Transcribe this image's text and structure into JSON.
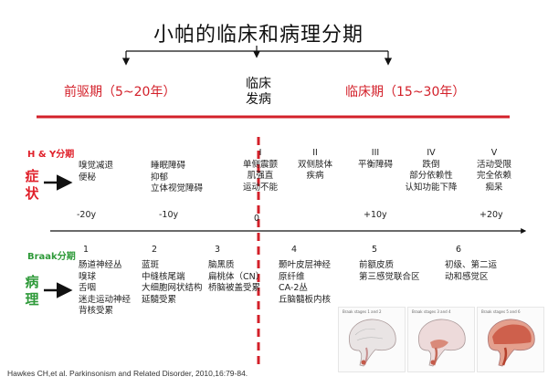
{
  "title": "小帕的临床和病理分期",
  "phases": {
    "prodromal": "前驱期（5~20年）",
    "onset_line1": "临床",
    "onset_line2": "发病",
    "clinical": "临床期（15~30年）"
  },
  "hy": {
    "label": "H & Y分期",
    "side_line1": "症",
    "side_line2": "状",
    "items": [
      {
        "roman": "",
        "lines": [
          "嗅觉减退",
          "便秘"
        ]
      },
      {
        "roman": "",
        "lines": [
          "睡眠障碍",
          "抑郁",
          "立体视觉障碍"
        ]
      },
      {
        "roman": "I",
        "lines": [
          "单侧震颤",
          "肌强直",
          "运动不能"
        ]
      },
      {
        "roman": "II",
        "lines": [
          "双侧肢体",
          "疾病"
        ]
      },
      {
        "roman": "III",
        "lines": [
          "平衡障碍"
        ]
      },
      {
        "roman": "IV",
        "lines": [
          "跌倒",
          "部分依赖性",
          "认知功能下降"
        ]
      },
      {
        "roman": "V",
        "lines": [
          "活动受限",
          "完全依赖",
          "痴呆"
        ]
      }
    ]
  },
  "timeline": {
    "ticks": [
      "-20y",
      "-10y",
      "0",
      "+10y",
      "+20y"
    ]
  },
  "braak": {
    "label": "Braak分期",
    "side_line1": "病",
    "side_line2": "理",
    "items": [
      {
        "num": "1",
        "lines": [
          "肠道神经丛",
          "嗅球",
          "舌咽",
          "迷走运动神经",
          "背核受累"
        ]
      },
      {
        "num": "2",
        "lines": [
          "蓝斑",
          "中缝核尾端",
          "大细胞网状结构",
          "延髓受累"
        ]
      },
      {
        "num": "3",
        "lines": [
          "脑黑质",
          "扁桃体（CN）",
          "桥脑被盖受累"
        ]
      },
      {
        "num": "4",
        "lines": [
          "颞叶皮层神经",
          "原纤维",
          "CA-2丛",
          "丘脑髓板内核"
        ]
      },
      {
        "num": "5",
        "lines": [
          "前额皮质",
          "第三感觉联合区"
        ]
      },
      {
        "num": "6",
        "lines": [
          "初级、第二运",
          "动和感觉区"
        ]
      }
    ]
  },
  "citation": "Hawkes CH,et al. Parkinsonism and Related Disorder, 2010,16:79-84.",
  "figure_captions": [
    "Braak stages 1 and 2",
    "Braak stages 3 and 4",
    "Braak stages 5 and 6"
  ],
  "colors": {
    "red": "#d3202a",
    "green": "#2e9a39"
  }
}
